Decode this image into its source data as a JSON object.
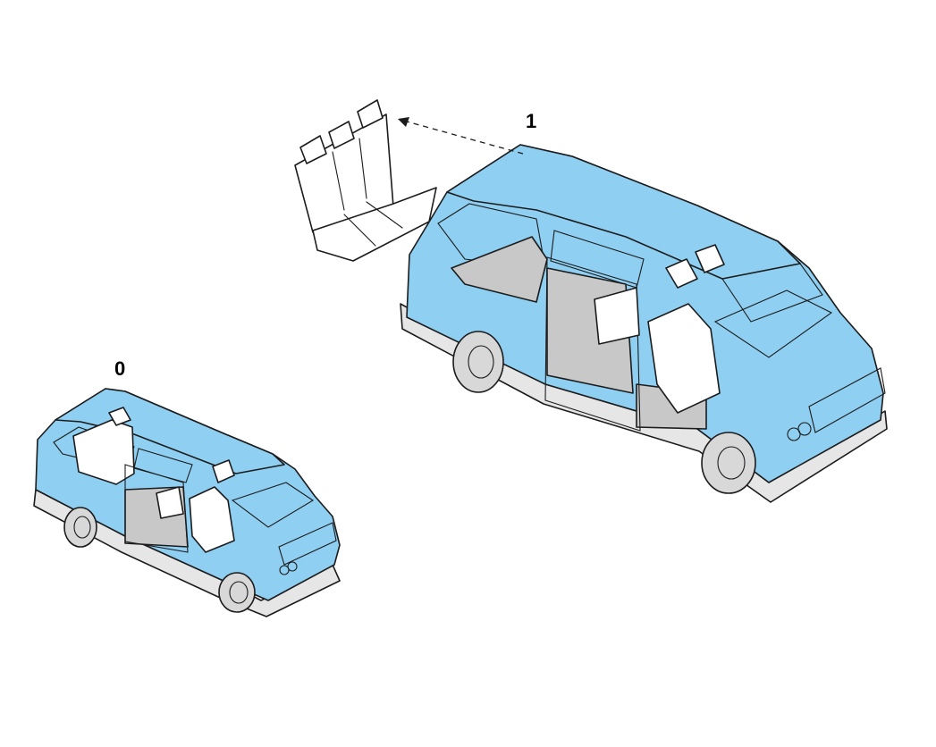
{
  "callouts": [
    {
      "label": "0",
      "target": "van-with-rear-seat"
    },
    {
      "label": "1",
      "target": "van-rear-seat-removed"
    }
  ],
  "colors": {
    "body": "#8fcff2",
    "floor": "#c8c8c8",
    "seat": "#ffffff",
    "tire": "#d8d8d8",
    "bumper": "#e6e6e6",
    "line": "#1c1c1c",
    "text": "#000000"
  },
  "icons": {
    "removed_part": "rear-bench-seat-icon",
    "removal_direction": "dashed-arrow-icon"
  }
}
